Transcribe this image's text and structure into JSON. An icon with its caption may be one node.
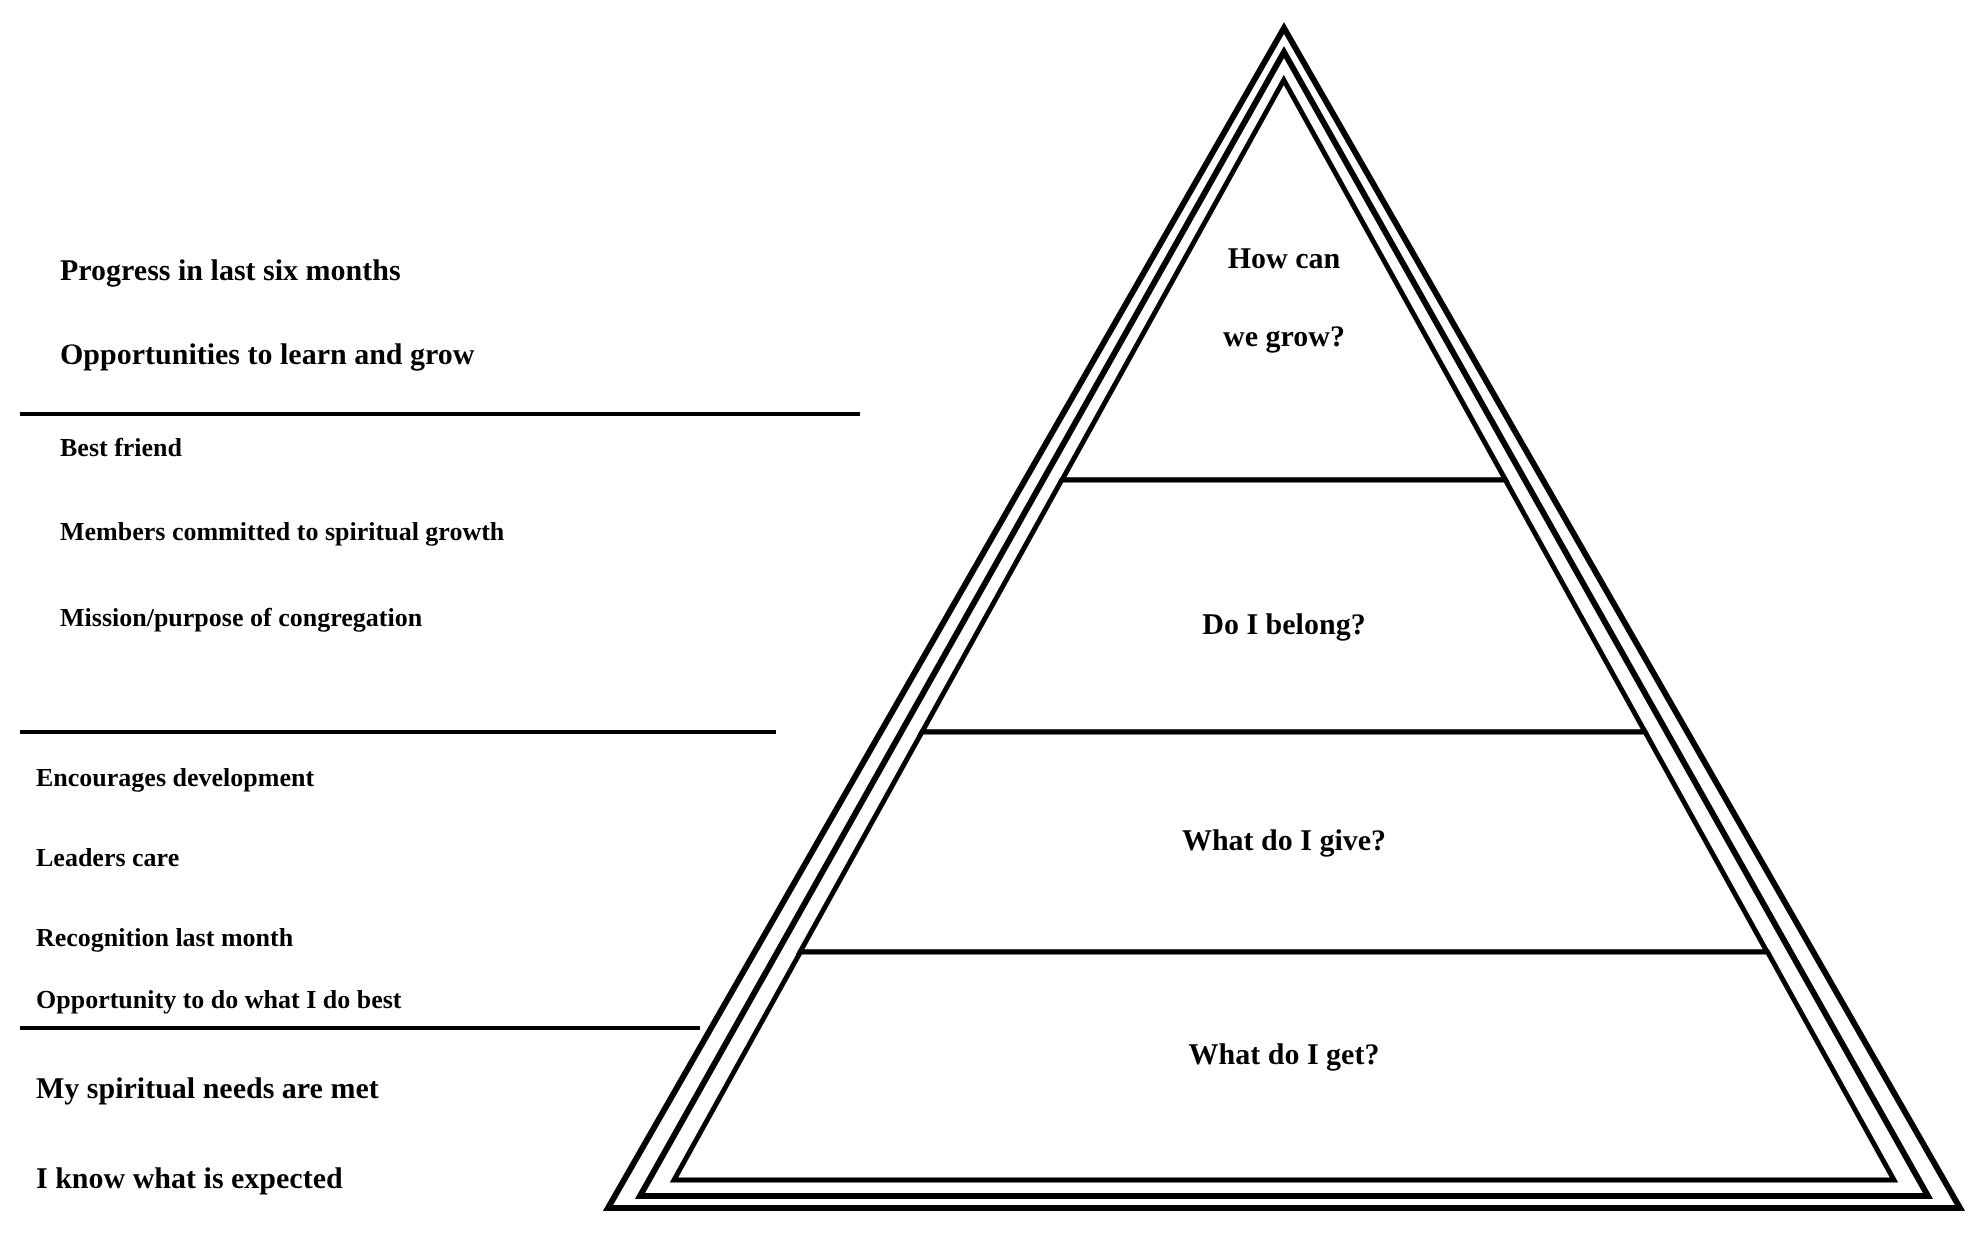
{
  "diagram": {
    "nodes": [
      {
        "text": [
          "How can we grow?"
        ]
      },
      {
        "text": [
          "Do I belong?"
        ]
      },
      {
        "text": [
          "What do I give?"
        ]
      },
      {
        "text": [
          "What do I get?"
        ]
      }
    ],
    "labels": [
      "Progress in last six months",
      "Opportunities to learn and grow",
      "Best friend",
      "Members committed to spiritual growth",
      "Mission/purpose of congregation",
      "Encourages development",
      "Leaders care",
      "Recognition last month",
      "Opportunity to do what I do best",
      "My spiritual needs are met",
      "I know what is expected"
    ]
  }
}
